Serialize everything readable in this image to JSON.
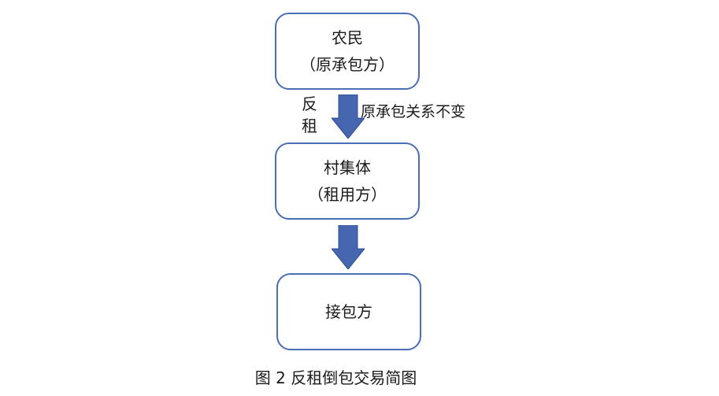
{
  "nodes": {
    "farmer": {
      "line1": "农民",
      "line2": "（原承包方）"
    },
    "village": {
      "line1": "村集体",
      "line2": "（租用方）"
    },
    "contractor": {
      "line1": "接包方"
    }
  },
  "edge_labels": {
    "lease_back_char1": "反",
    "lease_back_char2": "租",
    "unchanged": "原承包关系不变"
  },
  "caption": "图 2  反租倒包交易简图",
  "colors": {
    "border": "#4a6db5",
    "arrow": "#4667b0"
  }
}
